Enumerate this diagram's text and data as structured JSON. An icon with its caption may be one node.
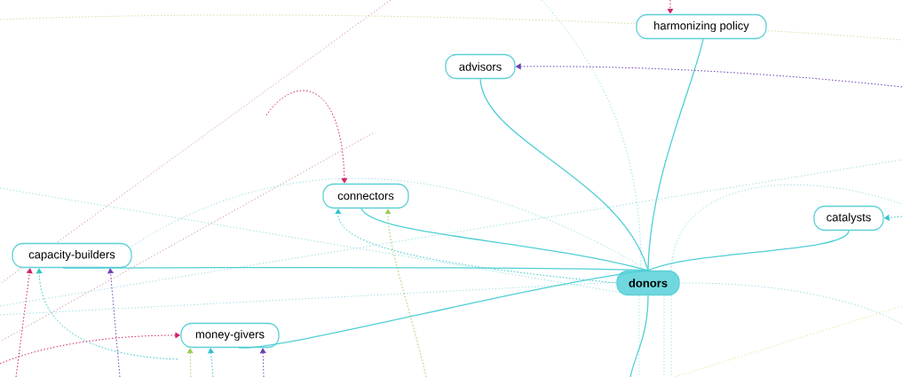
{
  "diagram": {
    "nodes": [
      {
        "text": [
          "harmonizing policy"
        ]
      },
      {
        "text": [
          "advisors"
        ]
      },
      {
        "text": [
          "connectors"
        ]
      },
      {
        "text": [
          "catalysts"
        ]
      },
      {
        "text": [
          "capacity-builders"
        ]
      },
      {
        "text": [
          "donors"
        ]
      },
      {
        "text": [
          "money-givers"
        ]
      }
    ],
    "edges": [
      {
        "from": 5,
        "to": 0,
        "arrow": "none",
        "color": "#4fcfd6"
      },
      {
        "from": 5,
        "to": 1,
        "arrow": "none",
        "color": "#4fcfd6"
      },
      {
        "from": 5,
        "to": 2,
        "arrow": "none",
        "color": "#4fcfd6"
      },
      {
        "from": 5,
        "to": 3,
        "arrow": "none",
        "color": "#4fcfd6"
      },
      {
        "from": 5,
        "to": 4,
        "arrow": "none",
        "color": "#4fcfd6"
      },
      {
        "from": 5,
        "to": 6,
        "arrow": "none",
        "color": "#4fcfd6"
      },
      {
        "from": 5,
        "to": null,
        "arrow": "none",
        "color": "#4fcfd6"
      },
      {
        "from": null,
        "to": 0,
        "arrow": "to",
        "style": "dashed",
        "color": "#d0206a"
      },
      {
        "from": null,
        "to": 1,
        "arrow": "to",
        "style": "dashed",
        "color": "#6a3db0"
      },
      {
        "from": null,
        "to": 2,
        "arrow": "to",
        "style": "dashed",
        "color": "#d0206a"
      },
      {
        "from": 5,
        "to": 2,
        "arrow": "to",
        "style": "dashed",
        "color": "#2ec4cc"
      },
      {
        "from": null,
        "to": 2,
        "arrow": "to",
        "style": "dashed",
        "color": "#9ccc50"
      },
      {
        "from": null,
        "to": 3,
        "arrow": "to",
        "style": "dashed",
        "color": "#2ec4cc"
      },
      {
        "from": null,
        "to": 4,
        "arrow": "to",
        "style": "dashed",
        "color": "#d0206a"
      },
      {
        "from": null,
        "to": 4,
        "arrow": "to",
        "style": "dashed",
        "color": "#2ec4cc"
      },
      {
        "from": null,
        "to": 4,
        "arrow": "to",
        "style": "dashed",
        "color": "#6a3db0"
      },
      {
        "from": null,
        "to": 6,
        "arrow": "to",
        "style": "dashed",
        "color": "#d0206a"
      },
      {
        "from": null,
        "to": 6,
        "arrow": "to",
        "style": "dashed",
        "color": "#9ccc50"
      },
      {
        "from": null,
        "to": 6,
        "arrow": "to",
        "style": "dashed",
        "color": "#2ec4cc"
      },
      {
        "from": null,
        "to": 6,
        "arrow": "to",
        "style": "dashed",
        "color": "#6a3db0"
      }
    ]
  }
}
